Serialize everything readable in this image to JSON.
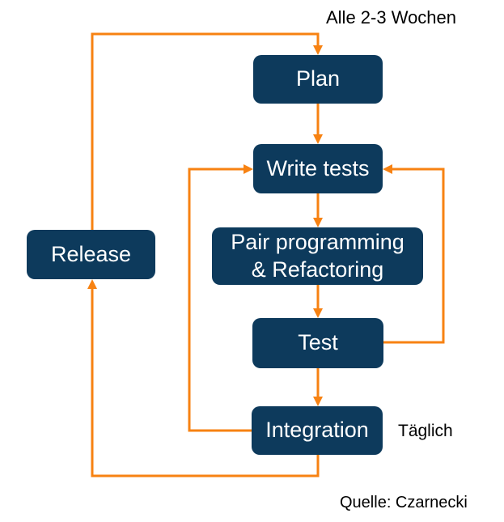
{
  "colors": {
    "node": "#0d3a5c",
    "node-text": "#ffffff",
    "arrow": "#f78212",
    "text": "#000000",
    "background": "#ffffff"
  },
  "diagram": {
    "nodes": {
      "plan": "Plan",
      "write_tests": "Write tests",
      "pair": "Pair programming\n& Refactoring",
      "test": "Test",
      "integration": "Integration",
      "release": "Release"
    },
    "annotations": {
      "cycle_label": "Alle 2-3 Wochen",
      "daily_label": "Täglich",
      "source_label": "Quelle: Czarnecki"
    }
  }
}
